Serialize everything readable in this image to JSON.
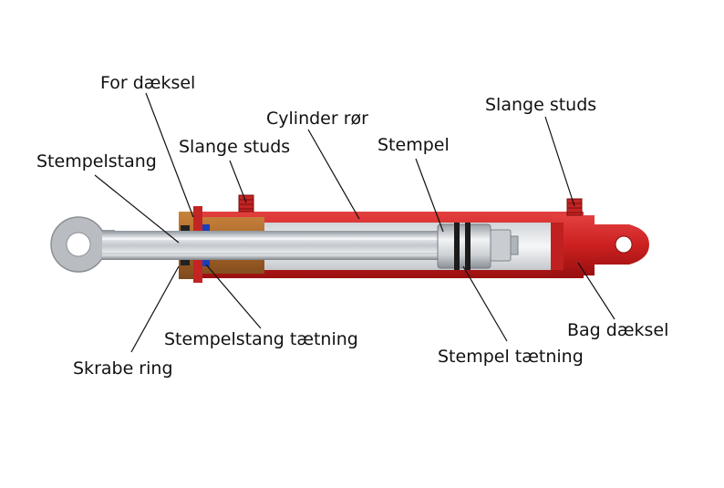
{
  "labels": {
    "for_daeksel": "For dæksel",
    "stempelstang": "Stempelstang",
    "slange_studs_left": "Slange studs",
    "cylinder_ror": "Cylinder rør",
    "stempel": "Stempel",
    "slange_studs_right": "Slange studs",
    "skrabe_ring": "Skrabe ring",
    "stempelstang_taetning": "Stempelstang tætning",
    "stempel_taetning": "Stempel tætning",
    "bag_daeksel": "Bag dæksel"
  },
  "colors": {
    "barrel_red": "#d42a2a",
    "barrel_dark": "#9c1414",
    "front_cover": "#b8742e",
    "rod_steel": "#c8ccd2",
    "seal_blue": "#1a3fb8",
    "leader": "#111111"
  }
}
